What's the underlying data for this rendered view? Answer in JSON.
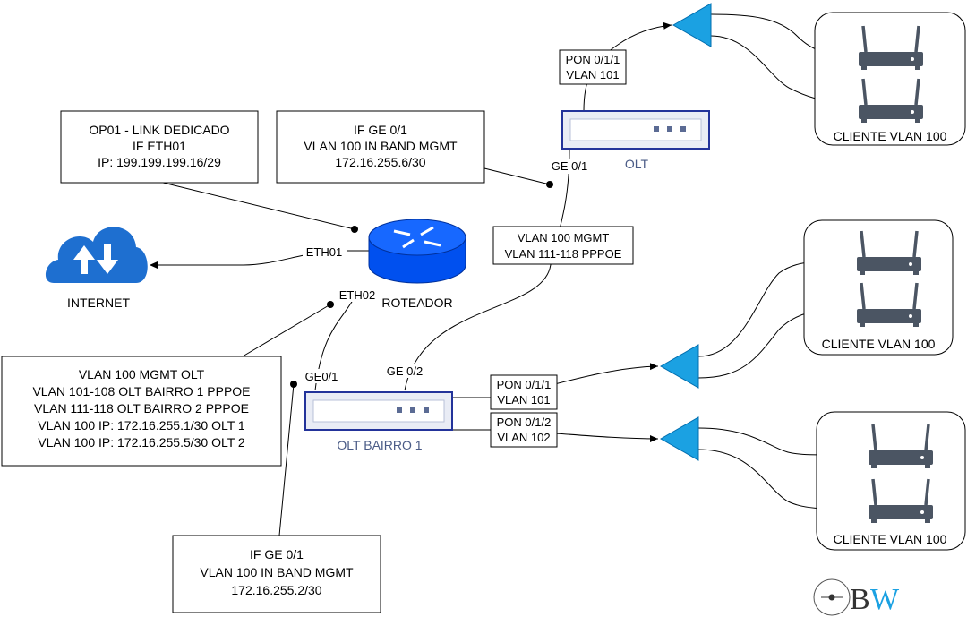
{
  "labels": {
    "internet": "INTERNET",
    "router": "ROTEADOR",
    "olt_top": "OLT",
    "olt_bairro": "OLT BAIRRO 1",
    "eth01": "ETH01",
    "eth02": "ETH02",
    "ge01_top": "GE 0/1",
    "ge01_bairro": "GE0/1",
    "ge02_bairro": "GE 0/2"
  },
  "boxes": {
    "link": [
      "OP01 - LINK DEDICADO",
      "IF ETH01",
      "IP: 199.199.199.16/29"
    ],
    "olt_top_mgmt": [
      "IF GE 0/1",
      "VLAN 100 IN BAND MGMT",
      "172.16.255.6/30"
    ],
    "trunk": [
      "VLAN 100 MGMT",
      "VLAN 111-118 PPPOE"
    ],
    "router_vlans": [
      "VLAN 100 MGMT OLT",
      "VLAN 101-108 OLT BAIRRO 1 PPPOE",
      "VLAN 111-118 OLT BAIRRO 2 PPPOE",
      "VLAN 100 IP: 172.16.255.1/30 OLT 1",
      "VLAN 100 IP: 172.16.255.5/30 OLT 2"
    ],
    "bairro_mgmt": [
      "IF GE 0/1",
      "VLAN 100 IN BAND MGMT",
      "172.16.255.2/30"
    ],
    "pon_top": [
      "PON 0/1/1",
      "VLAN 101"
    ],
    "pon_bairro_1": [
      "PON 0/1/1",
      "VLAN 101"
    ],
    "pon_bairro_2": [
      "PON 0/1/2",
      "VLAN 102"
    ]
  },
  "clients": {
    "top": "CLIENTE VLAN 100",
    "mid": "CLIENTE VLAN 100",
    "bottom": "CLIENTE VLAN 100"
  },
  "logo": {
    "b": "B",
    "w": "W"
  },
  "colors": {
    "splitter": "#1ba1e2",
    "router": "#0050ef",
    "cloud": "#1e6fd0",
    "olt_text": "#4a5b86"
  }
}
